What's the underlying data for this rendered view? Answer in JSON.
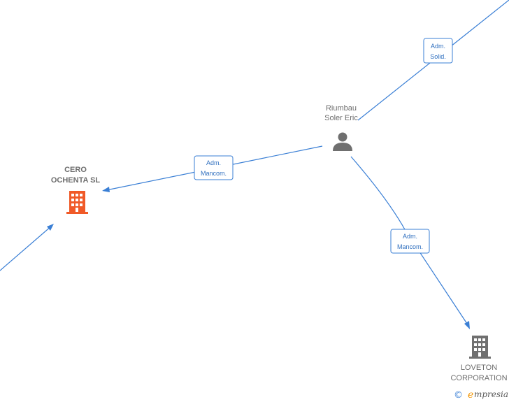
{
  "colors": {
    "edge": "#3a7fd5",
    "label_text": "#2f6fbf",
    "node_text": "#6d6d6d",
    "company_highlight": "#f05a28",
    "company_default": "#6f6f6f",
    "person": "#6f6f6f",
    "brand_accent": "#f29400"
  },
  "nodes": {
    "person": {
      "icon": "person-icon",
      "name_line1": "Riumbau",
      "name_line2": "Soler Eric"
    },
    "company_main": {
      "icon": "building-icon",
      "name_line1": "CERO",
      "name_line2": "OCHENTA  SL"
    },
    "company_other": {
      "icon": "building-icon",
      "name_line1": "LOVETON",
      "name_line2": "CORPORATION"
    }
  },
  "edges": {
    "top_right": {
      "label_line1": "Adm.",
      "label_line2": "Solid."
    },
    "to_cero": {
      "label_line1": "Adm.",
      "label_line2": "Mancom."
    },
    "to_loveton": {
      "label_line1": "Adm.",
      "label_line2": "Mancom."
    }
  },
  "brand": {
    "copyright_symbol": "©",
    "initial": "e",
    "rest": "mpresia"
  }
}
